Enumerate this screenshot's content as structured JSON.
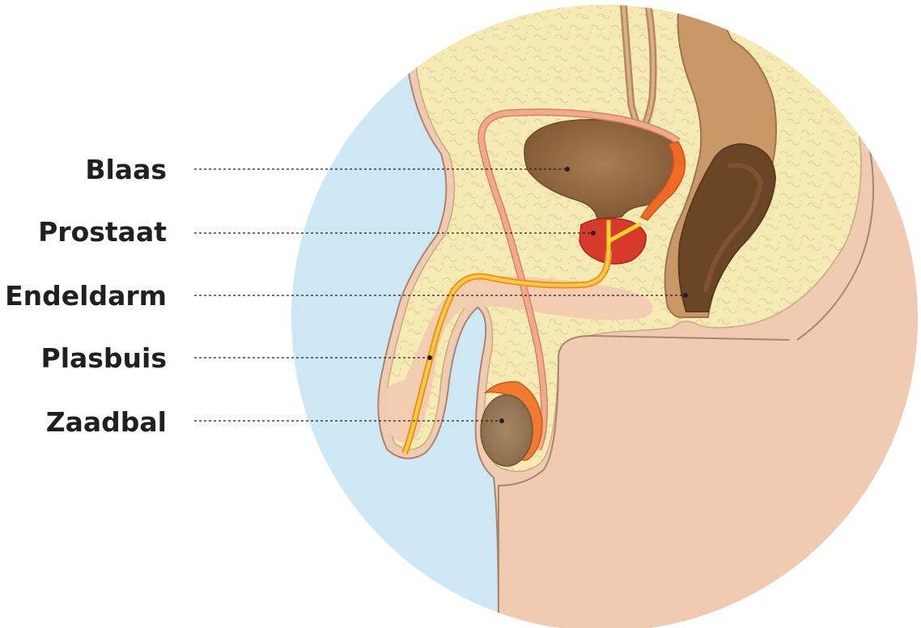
{
  "labels": {
    "bladder": "Blaas",
    "prostate": "Prostaat",
    "rectum": "Endeldarm",
    "urethra": "Plasbuis",
    "testicle": "Zaadbal"
  },
  "colors": {
    "background_circle": "#cde8f4",
    "body_fill": "#f1cbb1",
    "tissue_fill": "#f6eab4",
    "tissue_pattern": "#d9c08a",
    "outline": "#a9856f",
    "bladder": "#8f6641",
    "prostate": "#d63a2a",
    "urethra": "#f7ae2a",
    "vas_deferens": "#f4a98a",
    "seminal_duct": "#ee6a25",
    "rectum_wall": "#c99866",
    "rectum_inner": "#6a4526",
    "testicle": "#9a7a59",
    "epididymis": "#f07a2f",
    "text": "#231f20"
  }
}
